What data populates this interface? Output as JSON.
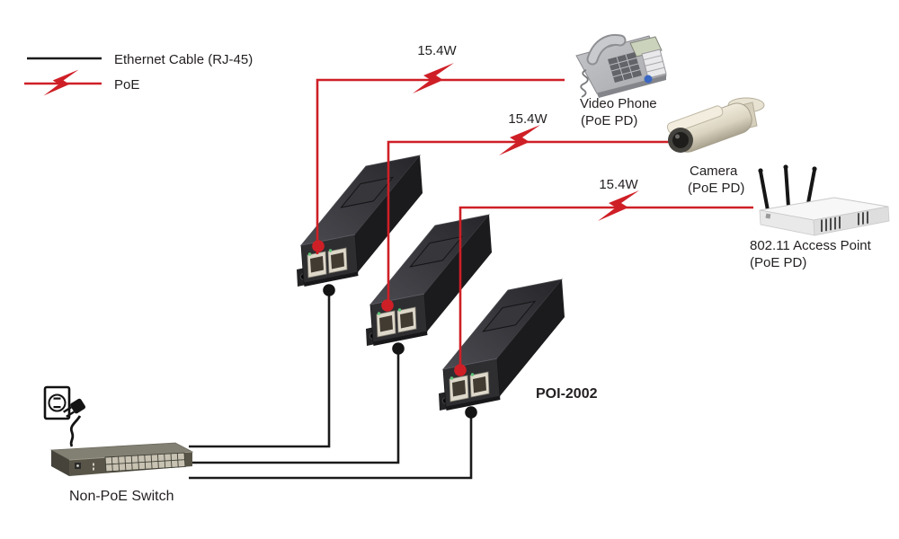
{
  "diagram": {
    "legend": {
      "ethernet_label": "Ethernet Cable (RJ-45)",
      "poe_label": "PoE"
    },
    "power_labels": [
      "15.4W",
      "15.4W",
      "15.4W"
    ],
    "devices": {
      "video_phone": {
        "name": "Video Phone",
        "type": "(PoE PD)"
      },
      "camera": {
        "name": "Camera",
        "type": "(PoE PD)"
      },
      "access_point": {
        "name": "802.11 Access Point",
        "type": "(PoE PD)"
      },
      "injector_model": "POI-2002",
      "switch_name": "Non-PoE Switch"
    },
    "colors": {
      "poe_red": "#cf1f26",
      "cable_black": "#1a1a1a",
      "text": "#231f20"
    }
  }
}
